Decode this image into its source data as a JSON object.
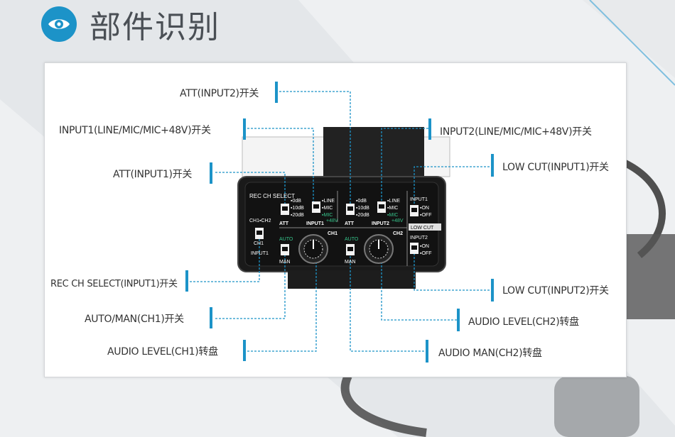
{
  "header": {
    "title": "部件识别"
  },
  "colors": {
    "accent": "#1c93c8",
    "callout_bar": "#1c93c8",
    "title_text": "#4a4f55"
  },
  "device": {
    "rec_ch_select": "REC CH SELECT",
    "ch1_ch2": "CH1▪CH2",
    "ch1": "CH1",
    "input1": "INPUT1",
    "att": "ATT",
    "att_0db": "▪0dB",
    "att_10db": "▪10dB",
    "att_20db": "▪20dB",
    "line": "▪LINE",
    "mic": "▪MIC",
    "mic48_a": "▪MIC",
    "mic48_b": "+48V",
    "input1_label": "INPUT1",
    "input2_label": "INPUT2",
    "ch1_label": "CH1",
    "ch2_label": "CH2",
    "auto": "AUTO",
    "man": "MAN",
    "on": "▪ON",
    "off": "▪OFF",
    "low_cut": "LOW CUT",
    "input1_top": "INPUT1",
    "input2_bottom": "INPUT2"
  },
  "callouts": [
    {
      "id": "att-input2",
      "label": "ATT(INPUT2)开关"
    },
    {
      "id": "input1-line-mic",
      "label": "INPUT1(LINE/MIC/MIC+48V)开关"
    },
    {
      "id": "att-input1",
      "label": "ATT(INPUT1)开关"
    },
    {
      "id": "rec-ch-select",
      "label": "REC CH SELECT(INPUT1)开关"
    },
    {
      "id": "auto-man-ch1",
      "label": "AUTO/MAN(CH1)开关"
    },
    {
      "id": "audio-level-ch1",
      "label": "AUDIO LEVEL(CH1)转盘"
    },
    {
      "id": "input2-line-mic",
      "label": "INPUT2(LINE/MIC/MIC+48V)开关"
    },
    {
      "id": "low-cut-input1",
      "label": "LOW CUT(INPUT1)开关"
    },
    {
      "id": "low-cut-input2",
      "label": "LOW CUT(INPUT2)开关"
    },
    {
      "id": "audio-level-ch2",
      "label": "AUDIO LEVEL(CH2)转盘"
    },
    {
      "id": "audio-man-ch2",
      "label": "AUDIO MAN(CH2)转盘"
    }
  ]
}
